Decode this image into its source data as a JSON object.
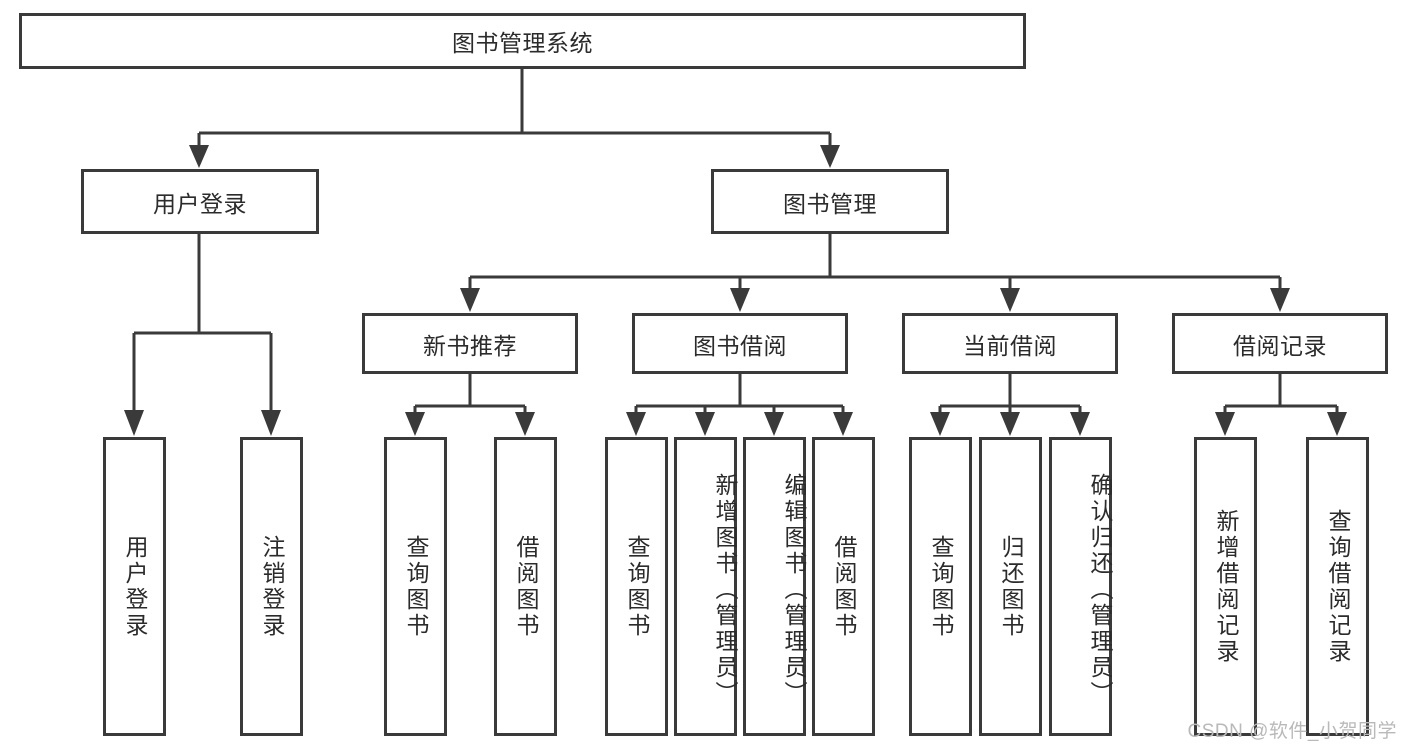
{
  "diagram": {
    "type": "tree",
    "title": "图书管理系统",
    "orientation": "top-down",
    "colors": {
      "stroke": "#3a3a3a",
      "box_fill": "#ffffff",
      "text": "#2b2b2b",
      "background": "#ffffff",
      "watermark": "#b9b9b9"
    },
    "root": {
      "label": "图书管理系统"
    },
    "level2": [
      {
        "label": "用户登录"
      },
      {
        "label": "图书管理"
      }
    ],
    "level3": [
      {
        "label": "新书推荐"
      },
      {
        "label": "图书借阅"
      },
      {
        "label": "当前借阅"
      },
      {
        "label": "借阅记录"
      }
    ],
    "leaves": {
      "user_login": [
        {
          "label": "用户登录"
        },
        {
          "label": "注销登录"
        }
      ],
      "new_book": [
        {
          "label": "查询图书"
        },
        {
          "label": "借阅图书"
        }
      ],
      "borrow_book": [
        {
          "label": "查询图书"
        },
        {
          "label": "新增图书（管理员）"
        },
        {
          "label": "编辑图书（管理员）"
        },
        {
          "label": "借阅图书"
        }
      ],
      "current_borrow": [
        {
          "label": "查询图书"
        },
        {
          "label": "归还图书"
        },
        {
          "label": "确认归还（管理员）"
        }
      ],
      "borrow_record": [
        {
          "label": "新增借阅记录"
        },
        {
          "label": "查询借阅记录"
        }
      ]
    }
  },
  "watermark": {
    "text": "CSDN @软件_小贺同学"
  }
}
